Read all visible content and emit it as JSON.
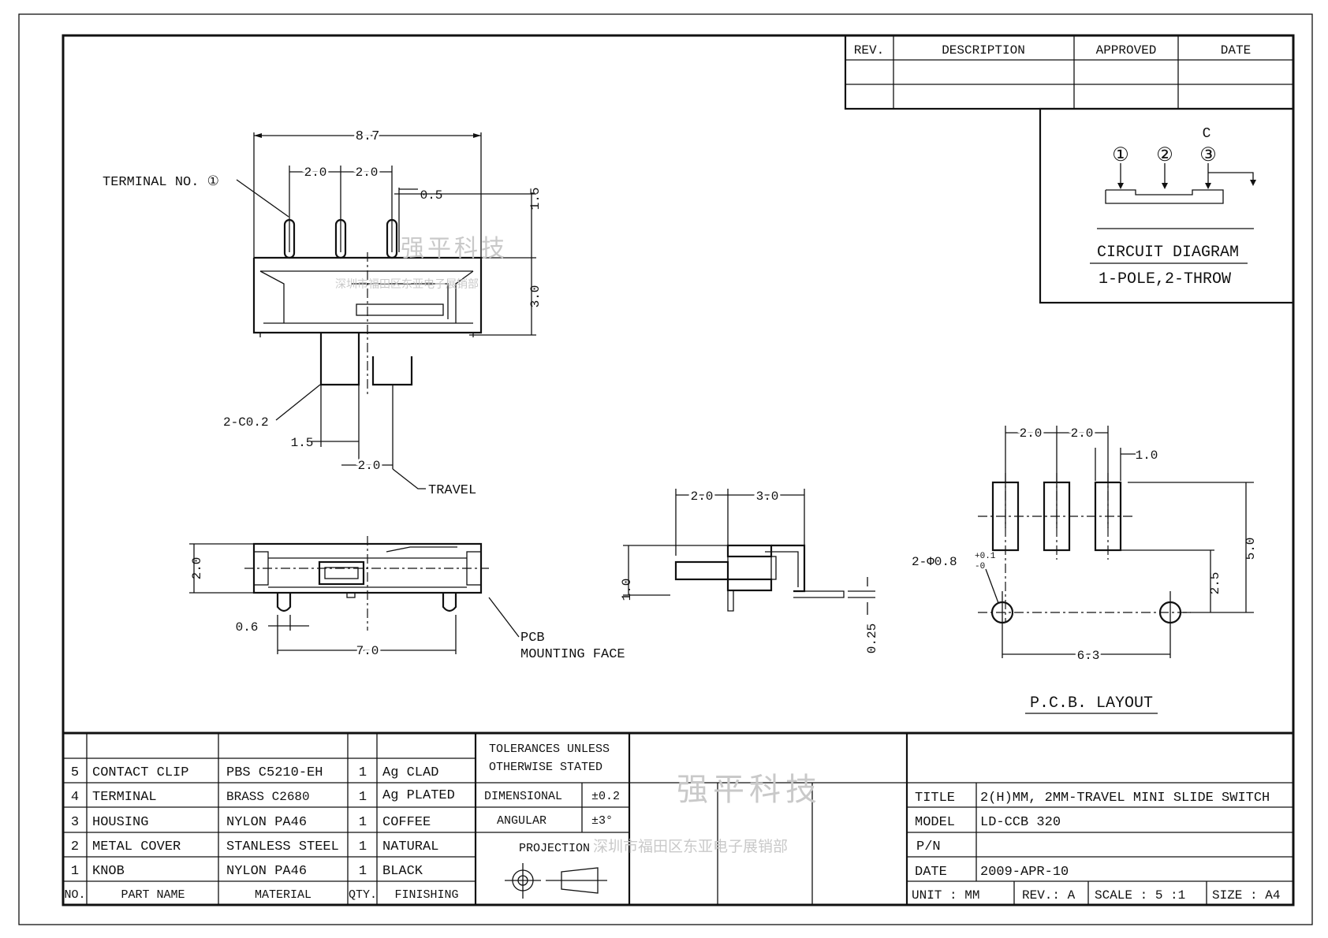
{
  "revision_table": {
    "headers": [
      "REV.",
      "DESCRIPTION",
      "APPROVED",
      "DATE"
    ]
  },
  "circuit": {
    "c_label": "C",
    "terminals": [
      "①",
      "②",
      "③"
    ],
    "title": "CIRCUIT DIAGRAM",
    "subtitle": "1-POLE,2-THROW"
  },
  "front_view": {
    "terminal_label": "TERMINAL NO. ①",
    "dims": {
      "overall_width": "8.7",
      "pitch_a": "2.0",
      "pitch_b": "2.0",
      "pin_width": "0.5",
      "pin_height": "1.5",
      "body_height": "3.0",
      "chamfer": "2-C0.2",
      "knob_width": "1.5",
      "travel_dim": "2.0"
    },
    "travel_label": "TRAVEL"
  },
  "bottom_view": {
    "dims": {
      "height": "2.0",
      "foot": "0.6",
      "length": "7.0"
    },
    "pcb_label_1": "PCB",
    "pcb_label_2": "MOUNTING FACE"
  },
  "side_view": {
    "dims": {
      "d1": "2.0",
      "d2": "3.0",
      "knob_h": "1.0",
      "thickness": "0.25"
    }
  },
  "pcb_layout": {
    "dims": {
      "pitch_a": "2.0",
      "pitch_b": "2.0",
      "slot_w": "1.0",
      "total_h": "5.0",
      "hole_h": "2.5",
      "hole_spacing": "6.3",
      "holes": "2-Φ0.8",
      "tol_plus": "+0.1",
      "tol_minus": "-0"
    },
    "title": "P.C.B. LAYOUT"
  },
  "bom": {
    "rows": [
      {
        "no": "5",
        "name": "CONTACT CLIP",
        "material": "PBS C5210-EH",
        "qty": "1",
        "finish": "Ag CLAD"
      },
      {
        "no": "4",
        "name": "TERMINAL",
        "material": "BRASS C2680",
        "qty": "1",
        "finish": "Ag PLATED"
      },
      {
        "no": "3",
        "name": "HOUSING",
        "material": "NYLON PA46",
        "qty": "1",
        "finish": "COFFEE"
      },
      {
        "no": "2",
        "name": "METAL COVER",
        "material": "STANLESS STEEL",
        "qty": "1",
        "finish": "NATURAL"
      },
      {
        "no": "1",
        "name": "KNOB",
        "material": "NYLON PA46",
        "qty": "1",
        "finish": "BLACK"
      }
    ],
    "headers": {
      "no": "NO.",
      "name": "PART NAME",
      "material": "MATERIAL",
      "qty": "QTY.",
      "finish": "FINISHING"
    }
  },
  "tolerances": {
    "title_1": "TOLERANCES UNLESS",
    "title_2": "OTHERWISE STATED",
    "dimensional_label": "DIMENSIONAL",
    "dimensional_value": "±0.2",
    "angular_label": "ANGULAR",
    "angular_value": "±3°",
    "projection_label": "PROJECTION"
  },
  "title_block": {
    "title_label": "TITLE",
    "title_value": "2(H)MM, 2MM-TRAVEL MINI SLIDE SWITCH",
    "model_label": "MODEL",
    "model_value": "LD-CCB 320",
    "pn_label": "P/N",
    "pn_value": "",
    "date_label": "DATE",
    "date_value": "2009-APR-10",
    "unit": "UNIT : MM",
    "rev": "REV.: A",
    "scale": "SCALE : 5 :1",
    "size": "SIZE : A4"
  },
  "watermark": {
    "company_cn": "强平科技",
    "address_cn": "深圳市福田区东亚电子展销部"
  }
}
